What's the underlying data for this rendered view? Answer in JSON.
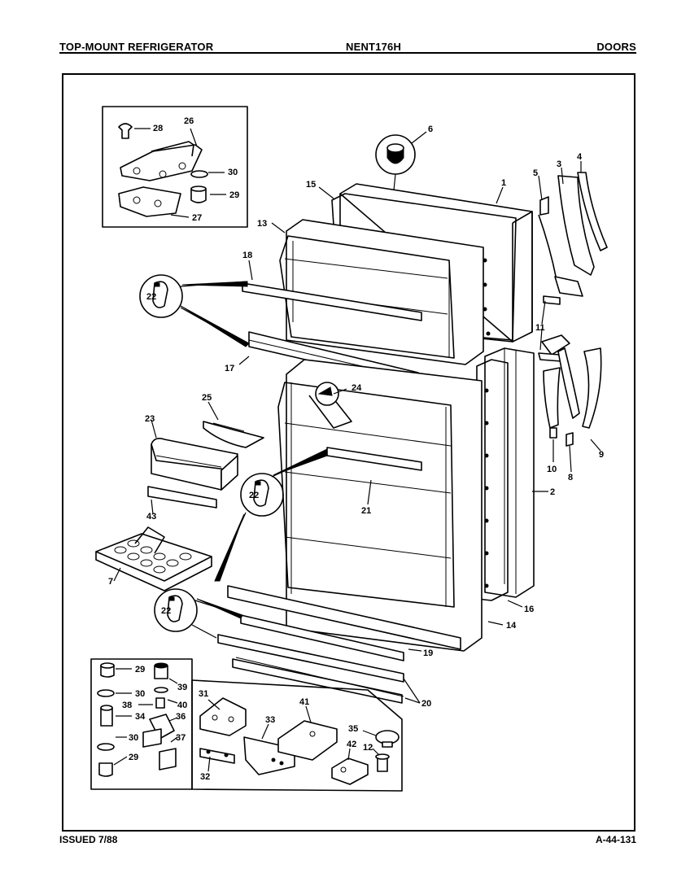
{
  "header": {
    "left": "TOP-MOUNT REFRIGERATOR",
    "center": "NENT176H",
    "right": "DOORS"
  },
  "footer": {
    "left": "ISSUED 7/88",
    "right": "A-44-131"
  },
  "callouts": {
    "c1": "1",
    "c2": "2",
    "c3": "3",
    "c4": "4",
    "c5": "5",
    "c6": "6",
    "c7": "7",
    "c8": "8",
    "c9": "9",
    "c10": "10",
    "c11": "11",
    "c12": "12",
    "c13": "13",
    "c14": "14",
    "c15": "15",
    "c16": "16",
    "c17": "17",
    "c18": "18",
    "c19": "19",
    "c20": "20",
    "c21": "21",
    "c22": "22",
    "c23": "23",
    "c24": "24",
    "c25": "25",
    "c26": "26",
    "c27": "27",
    "c28": "28",
    "c29": "29",
    "c30": "30",
    "c31": "31",
    "c32": "32",
    "c33": "33",
    "c34": "34",
    "c35": "35",
    "c36": "36",
    "c37": "37",
    "c38": "38",
    "c39": "39",
    "c40": "40",
    "c41": "41",
    "c42": "42",
    "c43": "43"
  }
}
